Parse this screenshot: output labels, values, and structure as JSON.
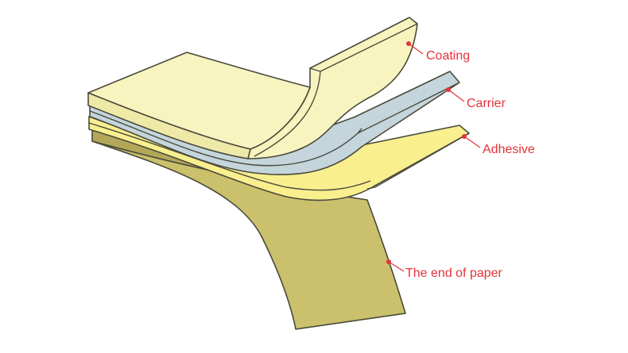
{
  "labels": {
    "coating": "Coating",
    "carrier": "Carrier",
    "adhesive": "Adhesive",
    "paper_end": "The end of paper"
  },
  "colors": {
    "coating": "#f8f4c0",
    "carrier": "#c4d5dc",
    "adhesive": "#f9ef8f",
    "paper": "#cbc06c",
    "paper_dark": "#b3a85a",
    "label": "#e5323a",
    "outline": "#4a4a3a"
  }
}
